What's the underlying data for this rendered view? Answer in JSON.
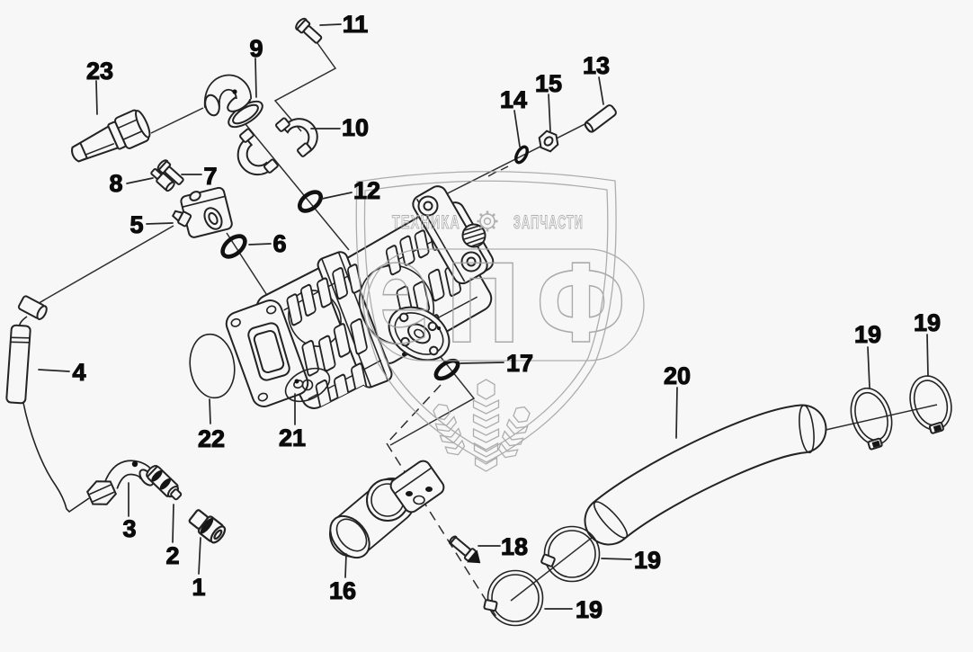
{
  "diagram": {
    "type": "exploded-parts-diagram",
    "subject": "air compressor installation assembly",
    "background_color": "#f7f7f7",
    "line_color": "#232323",
    "callout_color": "#0b0b0b",
    "watermark": {
      "color": "#a6a6a6",
      "brand_word_left": "ТЕХНИКА",
      "brand_word_right": "ЗАПЧАСТИ",
      "brand_letters": "еПФ",
      "emblem": "shield-with-wheat-ears",
      "icon": "gear-icon"
    },
    "callouts": [
      {
        "label": "1",
        "part": "plug-fitting"
      },
      {
        "label": "2",
        "part": "valve-fitting"
      },
      {
        "label": "3",
        "part": "elbow-fitting"
      },
      {
        "label": "4",
        "part": "pipe-assembly-with-hose"
      },
      {
        "label": "5",
        "part": "barb-fitting"
      },
      {
        "label": "6",
        "part": "o-ring-block"
      },
      {
        "label": "7",
        "part": "bolt"
      },
      {
        "label": "8",
        "part": "stud-pin"
      },
      {
        "label": "9",
        "part": "elbow-connector"
      },
      {
        "label": "10",
        "part": "clamp-halves"
      },
      {
        "label": "11",
        "part": "clamp-bolt"
      },
      {
        "label": "12",
        "part": "o-ring-top"
      },
      {
        "label": "13",
        "part": "pin"
      },
      {
        "label": "14",
        "part": "o-ring-small"
      },
      {
        "label": "15",
        "part": "nut"
      },
      {
        "label": "16",
        "part": "elbow-hose"
      },
      {
        "label": "17",
        "part": "o-ring-flange"
      },
      {
        "label": "18",
        "part": "bolt-long"
      },
      {
        "label": "19",
        "part": "hose-clamp-right-outer"
      },
      {
        "label": "19",
        "part": "hose-clamp-right-inner"
      },
      {
        "label": "19",
        "part": "hose-clamp-mid"
      },
      {
        "label": "19",
        "part": "hose-clamp-bottom"
      },
      {
        "label": "20",
        "part": "air-hose"
      },
      {
        "label": "21",
        "part": "compressor-body"
      },
      {
        "label": "22",
        "part": "o-ring-large"
      },
      {
        "label": "23",
        "part": "plug-sensor"
      }
    ]
  }
}
